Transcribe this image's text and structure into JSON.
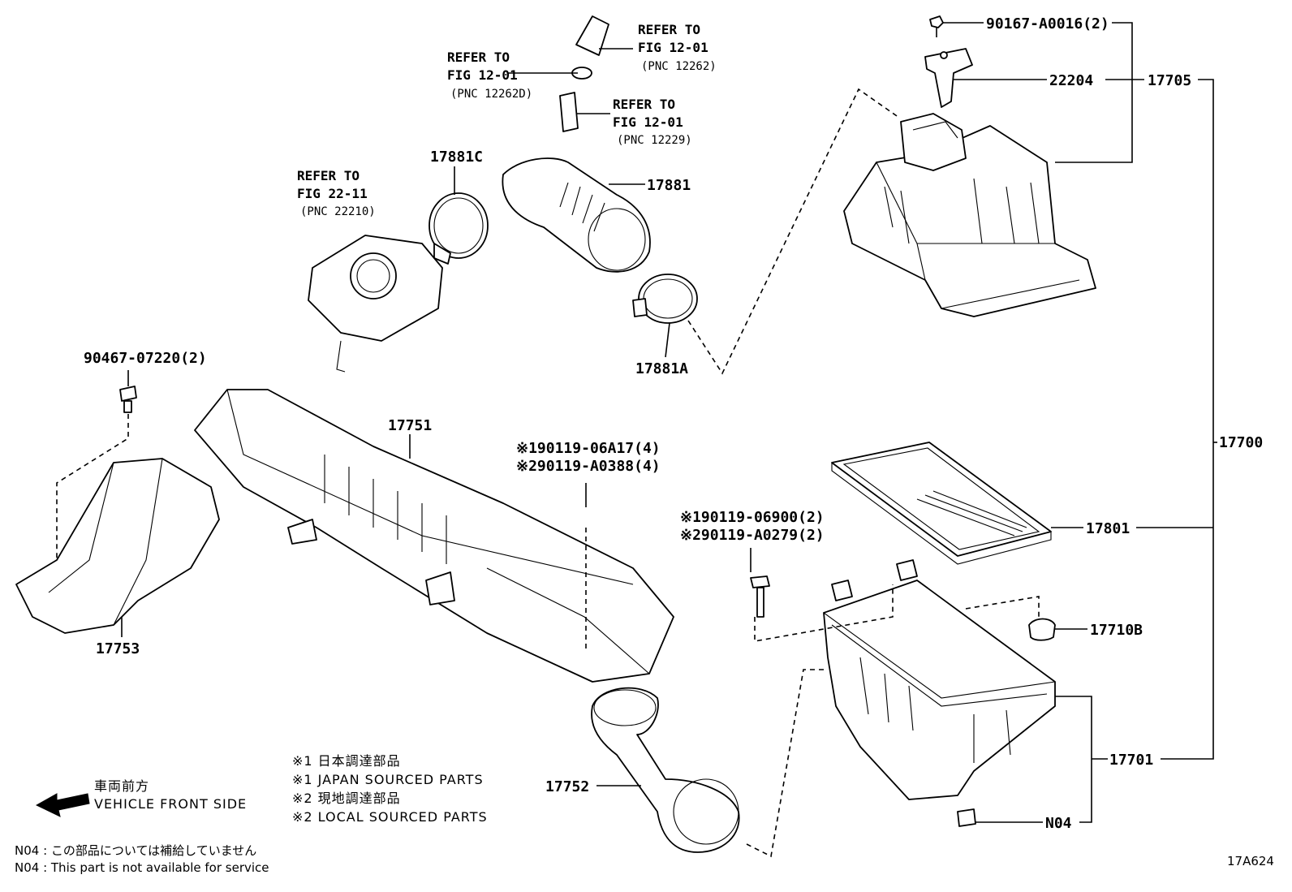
{
  "labels": {
    "p90167": "90167-A0016(2)",
    "p22204": "22204",
    "p17705": "17705",
    "p17700": "17700",
    "p17801": "17801",
    "p17710b": "17710B",
    "p17701": "17701",
    "pn04": "N04",
    "p17881": "17881",
    "p17881c": "17881C",
    "p17881a": "17881A",
    "p90467": "90467-07220(2)",
    "p17751": "17751",
    "p17753": "17753",
    "p17752": "17752",
    "bolt_a1": "※190119-06A17(4)",
    "bolt_a2": "※290119-A0388(4)",
    "bolt_b1": "※190119-06900(2)",
    "bolt_b2": "※290119-A0279(2)"
  },
  "refs": {
    "r1": {
      "line1": "REFER TO",
      "line2": "FIG 12-01",
      "line3": "(PNC 12262)"
    },
    "r2": {
      "line1": "REFER TO",
      "line2": "FIG 12-01",
      "line3": "(PNC 12262D)"
    },
    "r3": {
      "line1": "REFER TO",
      "line2": "FIG 12-01",
      "line3": "(PNC 12229)"
    },
    "r4": {
      "line1": "REFER TO",
      "line2": "FIG 22-11",
      "line3": "(PNC 22210)"
    }
  },
  "notes": [
    "※1 日本調達部品",
    "※1 JAPAN SOURCED PARTS",
    "※2 現地調達部品",
    "※2 LOCAL SOURCED PARTS"
  ],
  "front": {
    "jp": "車両前方",
    "en": "VEHICLE FRONT SIDE"
  },
  "footnotes": {
    "jp": "N04 : この部品については補給していません",
    "en": "N04 : This part is not available for service"
  },
  "figure_id": "17A624"
}
